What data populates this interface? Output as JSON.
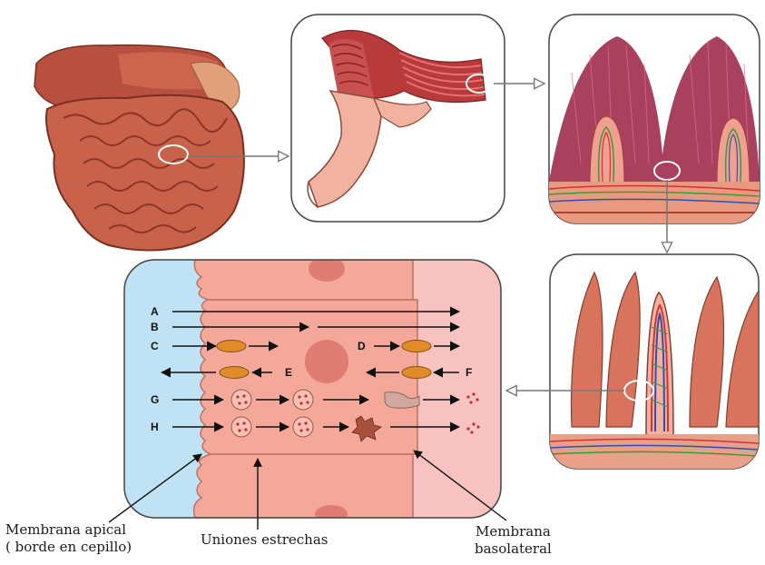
{
  "labels": {
    "A": "A",
    "B": "B",
    "C": "C",
    "D": "D",
    "E": "E",
    "F": "F",
    "G": "G",
    "H": "H"
  },
  "captions": {
    "apical_line1": "Membrana apical",
    "apical_line2": "( borde en cepillo)",
    "uniones": "Uniones estrechas",
    "basolateral_line1": "Membrana",
    "basolateral_line2": "basolateral"
  },
  "colors": {
    "lumen": "#bfe2f5",
    "interstitium": "#f6c3c0",
    "cell": "#f3a89a",
    "nucleus": "#e07d72",
    "carrier": "#e08c2a",
    "tissue": "#d8745e",
    "villus_pink": "#a8405e",
    "vessel_red": "#d83030",
    "vessel_blue": "#3050b0",
    "vessel_green": "#3a9a3a"
  }
}
